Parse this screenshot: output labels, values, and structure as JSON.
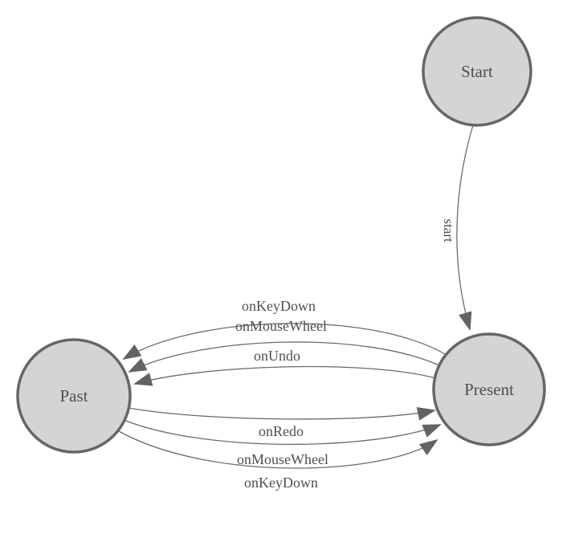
{
  "diagram": {
    "kind": "state-machine",
    "colors": {
      "background": "#ffffff",
      "node_fill": "#d4d4d4",
      "node_stroke": "#666666",
      "edge_stroke": "#6b6b6b",
      "arrow_fill": "#636363",
      "text": "#4f4f4f"
    },
    "nodes": [
      {
        "id": "start",
        "label": "Start"
      },
      {
        "id": "present",
        "label": "Present"
      },
      {
        "id": "past",
        "label": "Past"
      }
    ],
    "edges": [
      {
        "from": "Start",
        "to": "Present",
        "label": "start"
      },
      {
        "from": "Present",
        "to": "Past",
        "label": "onKeyDown"
      },
      {
        "from": "Present",
        "to": "Past",
        "label": "onMouseWheel"
      },
      {
        "from": "Present",
        "to": "Past",
        "label": "onUndo"
      },
      {
        "from": "Past",
        "to": "Present",
        "label": "onRedo"
      },
      {
        "from": "Past",
        "to": "Present",
        "label": "onMouseWheel"
      },
      {
        "from": "Past",
        "to": "Present",
        "label": "onKeyDown"
      }
    ]
  }
}
